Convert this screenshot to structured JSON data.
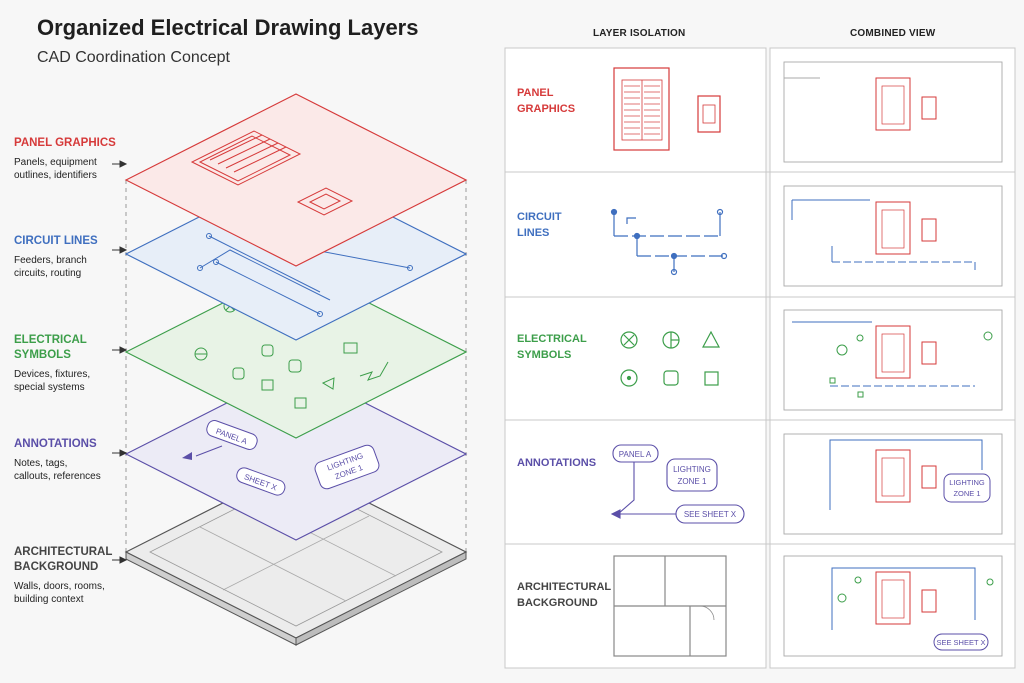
{
  "header": {
    "title": "Organized Electrical Drawing Layers",
    "subtitle": "CAD Coordination Concept"
  },
  "colors": {
    "panel": "#d63a3a",
    "circuit": "#3f6fbf",
    "symbols": "#3c9e4a",
    "annotations": "#5b4fa8",
    "architectural": "#555555"
  },
  "layers": [
    {
      "name_line1": "PANEL GRAPHICS",
      "name_line2": "",
      "desc_line1": "Panels, equipment",
      "desc_line2": "outlines, identifiers",
      "desc_line3": ""
    },
    {
      "name_line1": "CIRCUIT LINES",
      "name_line2": "",
      "desc_line1": "Feeders, branch",
      "desc_line2": "circuits, routing",
      "desc_line3": ""
    },
    {
      "name_line1": "ELECTRICAL",
      "name_line2": "SYMBOLS",
      "desc_line1": "Devices, fixtures,",
      "desc_line2": "special systems",
      "desc_line3": ""
    },
    {
      "name_line1": "ANNOTATIONS",
      "name_line2": "",
      "desc_line1": "Notes, tags,",
      "desc_line2": "callouts, references",
      "desc_line3": ""
    },
    {
      "name_line1": "ARCHITECTURAL",
      "name_line2": "BACKGROUND",
      "desc_line1": "Walls, doors, rooms,",
      "desc_line2": "building context",
      "desc_line3": ""
    }
  ],
  "table": {
    "col_isolation": "LAYER ISOLATION",
    "col_combined": "COMBINED VIEW",
    "rows": [
      {
        "line1": "PANEL",
        "line2": "GRAPHICS"
      },
      {
        "line1": "CIRCUIT",
        "line2": "LINES"
      },
      {
        "line1": "ELECTRICAL",
        "line2": "SYMBOLS"
      },
      {
        "line1": "ANNOTATIONS",
        "line2": ""
      },
      {
        "line1": "ARCHITECTURAL",
        "line2": "BACKGROUND"
      }
    ]
  },
  "stack_tags": {
    "panel_a": "PANEL A",
    "lighting_line1": "LIGHTING",
    "lighting_line2": "ZONE 1",
    "sheet_x": "SHEET X"
  },
  "iso_tags": {
    "panel_a": "PANEL A",
    "lighting_line1": "LIGHTING",
    "lighting_line2": "ZONE 1",
    "see_sheet": "SEE SHEET X"
  },
  "combined_tags": {
    "lighting_line1": "LIGHTING",
    "lighting_line2": "ZONE 1",
    "see_sheet": "SEE SHEET X"
  }
}
